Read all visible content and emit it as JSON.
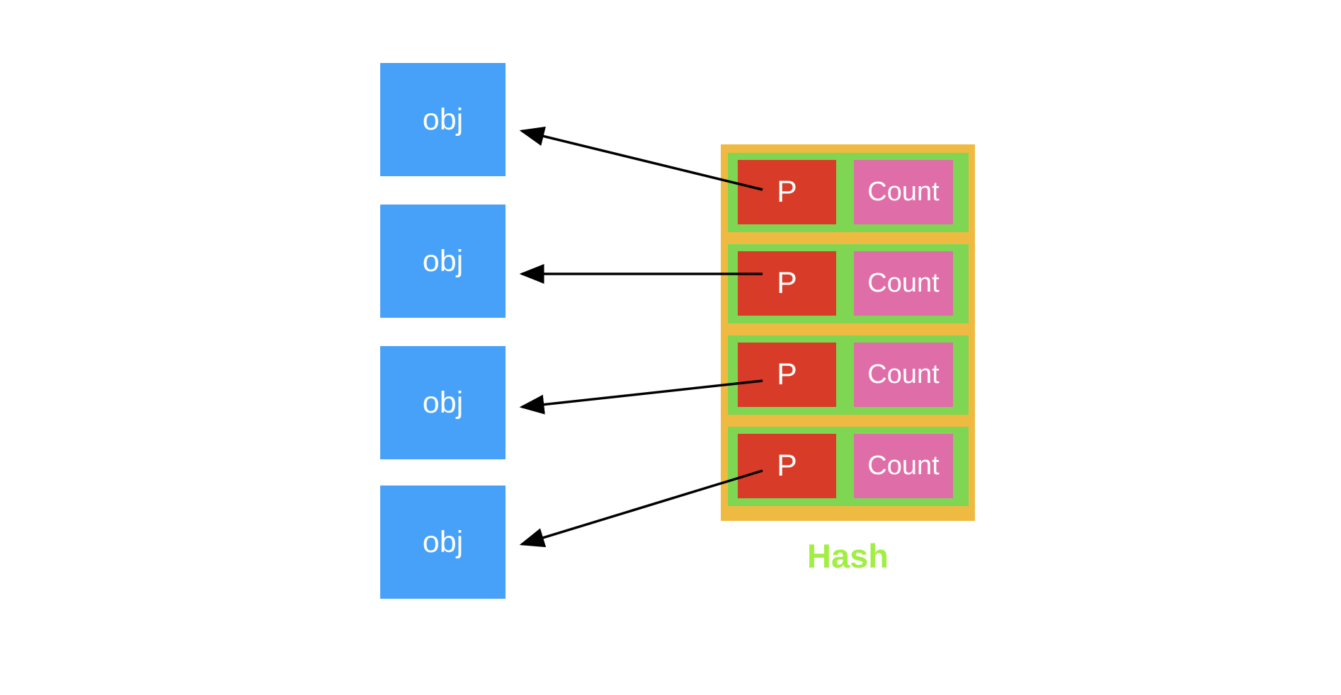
{
  "objects": [
    {
      "label": "obj"
    },
    {
      "label": "obj"
    },
    {
      "label": "obj"
    },
    {
      "label": "obj"
    }
  ],
  "hash": {
    "label": "Hash",
    "rows": [
      {
        "pointer": "P",
        "count": "Count"
      },
      {
        "pointer": "P",
        "count": "Count"
      },
      {
        "pointer": "P",
        "count": "Count"
      },
      {
        "pointer": "P",
        "count": "Count"
      }
    ]
  },
  "colors": {
    "object": "#47a1f8",
    "hash_table": "#efba42",
    "hash_row": "#7ed653",
    "pointer_cell": "#d83b27",
    "count_cell": "#df6ea8",
    "hash_label": "#a1ee45",
    "arrow": "#000000"
  }
}
